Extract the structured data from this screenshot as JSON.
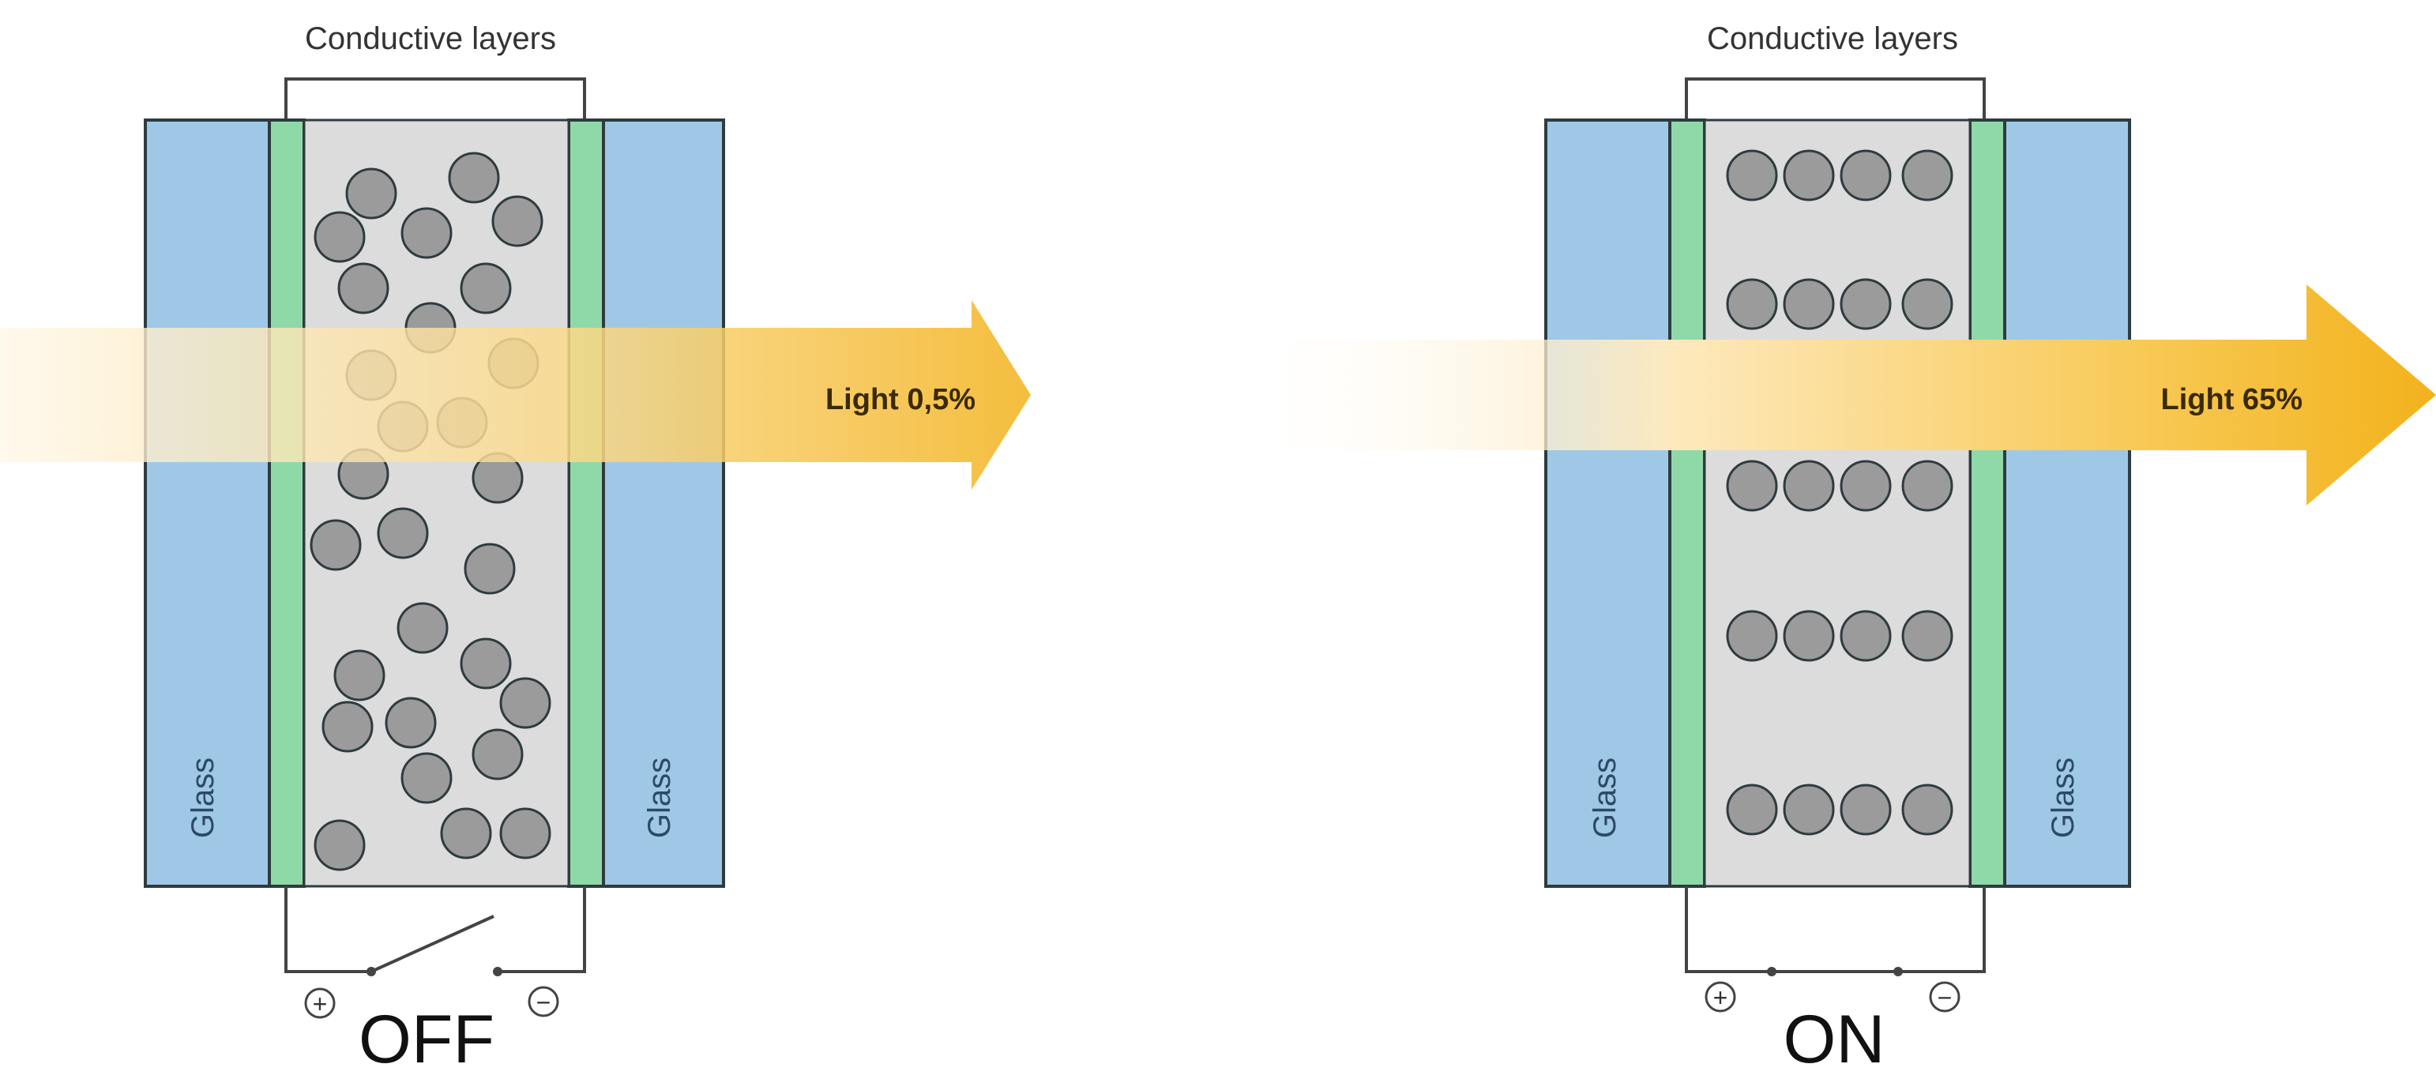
{
  "panels": {
    "off": {
      "top_label": "Conductive layers",
      "glass_left": "Glass",
      "glass_right": "Glass",
      "light_label": "Light 0,5%",
      "state_label": "OFF",
      "plus_symbol": "+",
      "minus_symbol": "−",
      "switch_closed": false
    },
    "on": {
      "top_label": "Conductive layers",
      "glass_left": "Glass",
      "glass_right": "Glass",
      "light_label": "Light 65%",
      "state_label": "ON",
      "plus_symbol": "+",
      "minus_symbol": "−",
      "switch_closed": true
    }
  },
  "colors": {
    "glass": "#9fc8e6",
    "conductive": "#8fd9a8",
    "cell": "#dcdcdc",
    "particle": "#9b9b9b",
    "outline": "#2f3b3f",
    "arrow_tip": "#f2b21c",
    "arrow_tail": "#fff5e0"
  }
}
